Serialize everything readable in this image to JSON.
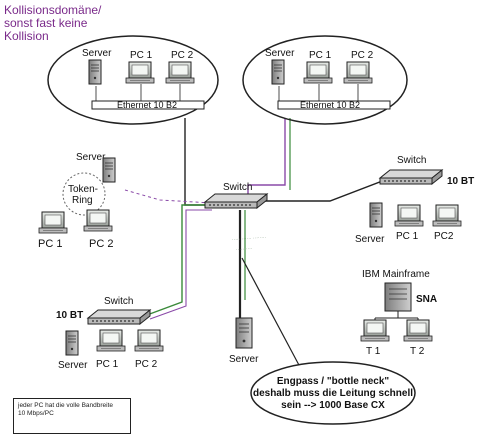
{
  "title": {
    "line1": "Kollisionsdomäne/",
    "line2": "sonst fast keine",
    "line3": "Kollision"
  },
  "left_cluster": {
    "server": "Server",
    "pc1": "PC 1",
    "pc2": "PC 2",
    "bus": "Ethernet 10 B2"
  },
  "right_cluster": {
    "server": "Server",
    "pc1": "PC 1",
    "pc2": "PC 2",
    "bus": "Ethernet 10 B2"
  },
  "central_switch": "Switch",
  "token_ring": {
    "server": "Server",
    "ring_line1": "Token-",
    "ring_line2": "Ring",
    "pc1": "PC 1",
    "pc2": "PC 2"
  },
  "right_switch": {
    "label": "Switch",
    "speed": "10 BT",
    "server": "Server",
    "pc1": "PC 1",
    "pc2": "PC2"
  },
  "left_switch": {
    "label": "Switch",
    "speed": "10 BT",
    "server": "Server",
    "pc1": "PC 1",
    "pc2": "PC 2"
  },
  "mainframe": {
    "title": "IBM Mainframe",
    "sna": "SNA",
    "t1": "T 1",
    "t2": "T 2"
  },
  "center_server": "Server",
  "bottleneck": {
    "line1": "Engpass / \"bottle neck\"",
    "line2": "deshalb muss die Leitung schnell",
    "line3": "sein --> 1000 Base CX"
  },
  "note": {
    "line1": "jeder PC hat die volle Bandbreite",
    "line2": "10 Mbps/PC"
  },
  "colors": {
    "title": "#7a2a8a",
    "link_green": "#3a8a3a",
    "link_purple": "#8a4aa8",
    "link_black": "#222222"
  }
}
